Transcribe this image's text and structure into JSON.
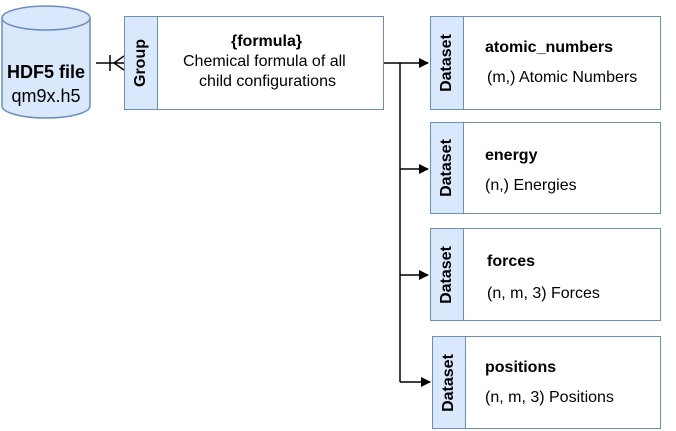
{
  "database": {
    "name": "HDF5 file",
    "file": "qm9x.h5"
  },
  "group": {
    "type": "Group",
    "title": "{formula}",
    "description_line1": "Chemical formula of all",
    "description_line2": "child configurations"
  },
  "datasets": [
    {
      "type": "Dataset",
      "name": "atomic_numbers",
      "description": "(m,) Atomic Numbers"
    },
    {
      "type": "Dataset",
      "name": "energy",
      "description": "(n,) Energies"
    },
    {
      "type": "Dataset",
      "name": "forces",
      "description": "(n, m, 3) Forces"
    },
    {
      "type": "Dataset",
      "name": "positions",
      "description": "(n, m, 3) Positions"
    }
  ],
  "colors": {
    "fill": "#dae8fc",
    "stroke": "#6c8ebf",
    "connector": "#000000"
  }
}
